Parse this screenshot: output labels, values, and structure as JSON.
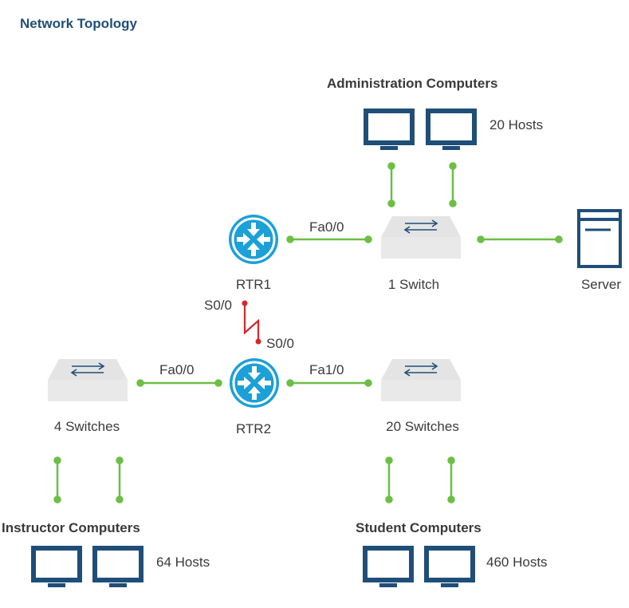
{
  "title": "Network Topology",
  "groups": {
    "admin": {
      "label": "Administration Computers",
      "hosts": "20 Hosts"
    },
    "instructor": {
      "label": "Instructor Computers",
      "hosts": "64 Hosts"
    },
    "student": {
      "label": "Student Computers",
      "hosts": "460 Hosts"
    }
  },
  "routers": {
    "rtr1": {
      "label": "RTR1"
    },
    "rtr2": {
      "label": "RTR2"
    }
  },
  "switches": {
    "admin": {
      "label": "1 Switch"
    },
    "instructor": {
      "label": "4 Switches"
    },
    "student": {
      "label": "20 Switches"
    }
  },
  "server": {
    "label": "Server"
  },
  "interfaces": {
    "rtr1_fa": "Fa0/0",
    "rtr1_serial": "S0/0",
    "rtr2_serial": "S0/0",
    "rtr2_fa0": "Fa0/0",
    "rtr2_fa1": "Fa1/0"
  },
  "colors": {
    "title": "#1f4e79",
    "device": "#1f4e79",
    "router": "#1ba0d7",
    "lan_link": "#6cbf44",
    "serial_link": "#d7262b",
    "switch": "#e4e4e4"
  }
}
